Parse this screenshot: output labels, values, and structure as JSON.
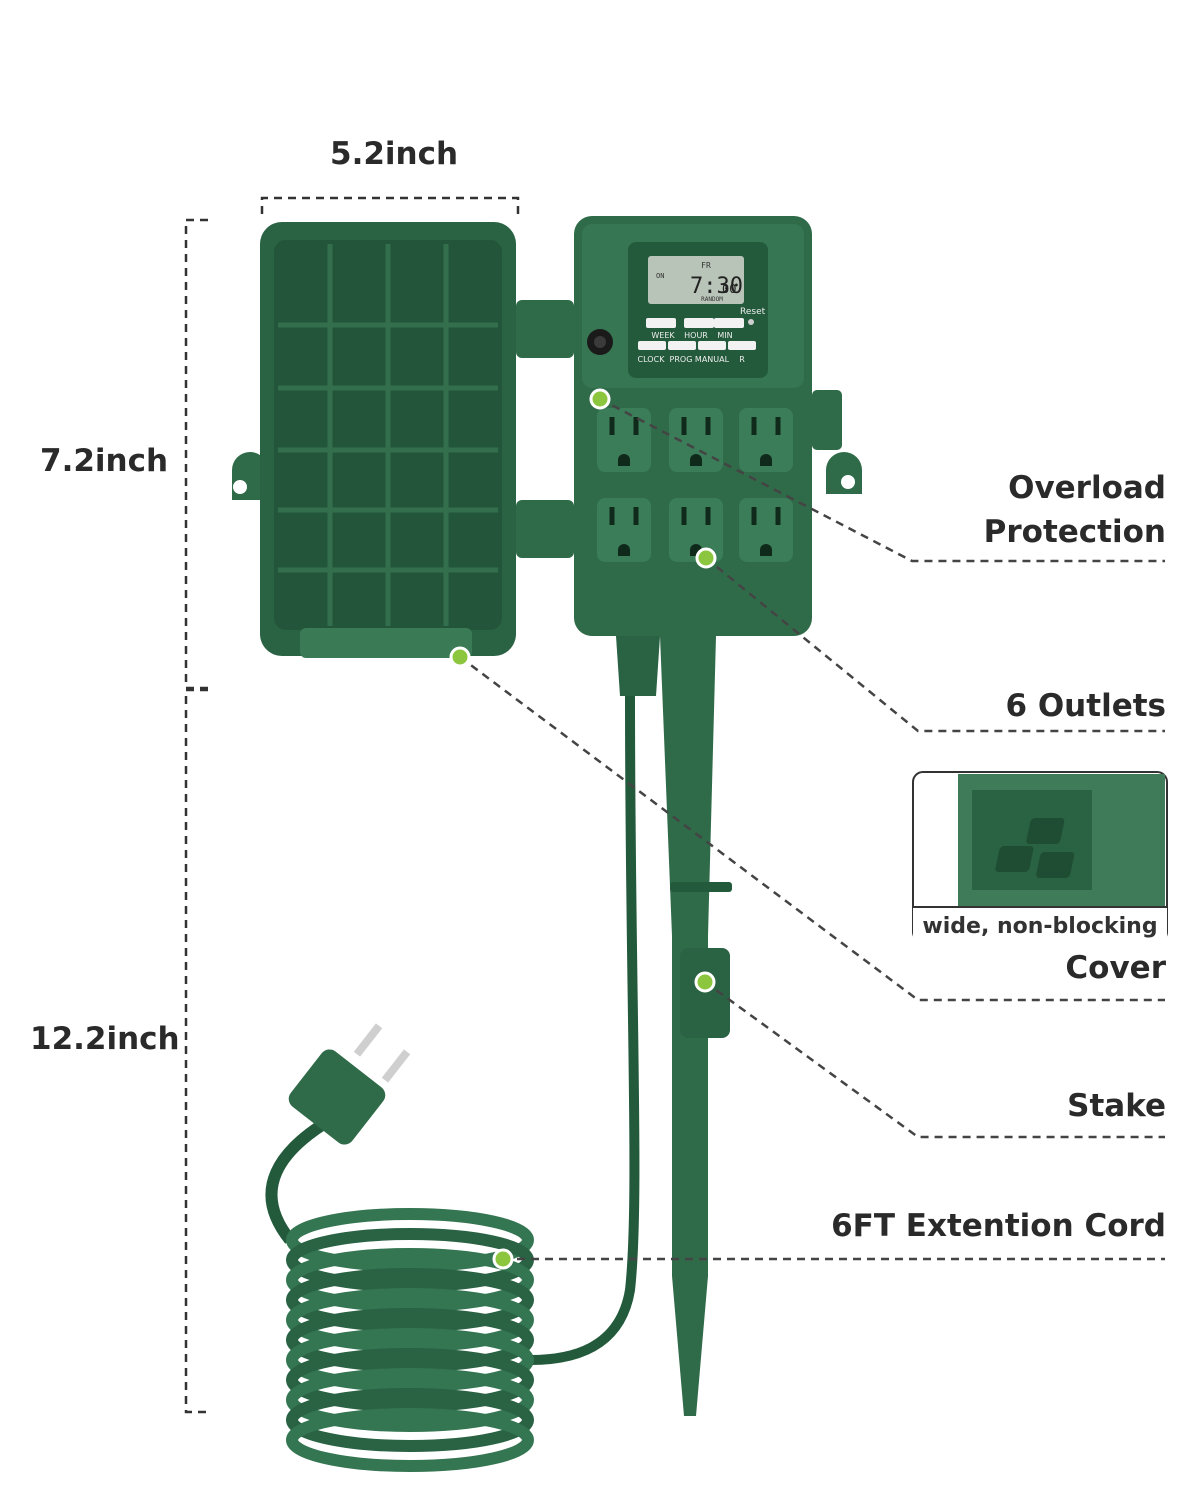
{
  "dimensions": {
    "width": "5.2inch",
    "height_box": "7.2inch",
    "height_total": "12.2inch"
  },
  "timer_panel": {
    "display_day": "FR",
    "display_left": "ON",
    "display_time": "7:30",
    "display_seconds": "00",
    "display_mode": "RANDOM",
    "reset_label": "Reset",
    "top_row": [
      "WEEK",
      "HOUR",
      "MIN"
    ],
    "bottom_row": [
      "CLOCK",
      "PROG",
      "MANUAL",
      "R"
    ]
  },
  "callouts": {
    "overload_line1": "Overload",
    "overload_line2": "Protection",
    "outlets": "6 Outlets",
    "inset_caption": "wide, non-blocking",
    "cover": "Cover",
    "stake": "Stake",
    "cord": "6FT Extention Cord"
  },
  "colors": {
    "housing_green": "#2f6b49",
    "housing_dark": "#1f4d33",
    "marker_lime": "#8cc63f",
    "leader_line": "#444444"
  }
}
